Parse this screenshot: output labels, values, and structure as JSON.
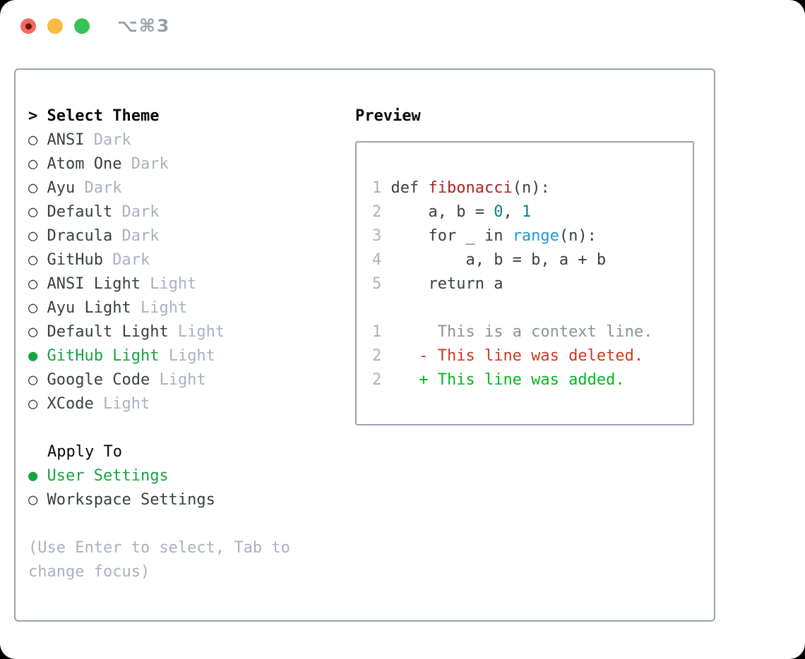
{
  "window": {
    "title": "⌥⌘3"
  },
  "titlebar": {
    "traffic_lights": [
      {
        "name": "close",
        "color": "#f26b5f"
      },
      {
        "name": "minimize",
        "color": "#f6bb40"
      },
      {
        "name": "zoom",
        "color": "#37c353"
      }
    ]
  },
  "icons": {
    "cursor": ">",
    "radio_on": "●",
    "radio_off": "○"
  },
  "theme_list": {
    "header": "Select Theme",
    "items": [
      {
        "name": "ANSI",
        "tag": "Dark",
        "selected": false
      },
      {
        "name": "Atom One",
        "tag": "Dark",
        "selected": false
      },
      {
        "name": "Ayu",
        "tag": "Dark",
        "selected": false
      },
      {
        "name": "Default",
        "tag": "Dark",
        "selected": false
      },
      {
        "name": "Dracula",
        "tag": "Dark",
        "selected": false
      },
      {
        "name": "GitHub",
        "tag": "Dark",
        "selected": false
      },
      {
        "name": "ANSI Light",
        "tag": "Light",
        "selected": false
      },
      {
        "name": "Ayu Light",
        "tag": "Light",
        "selected": false
      },
      {
        "name": "Default Light",
        "tag": "Light",
        "selected": false
      },
      {
        "name": "GitHub Light",
        "tag": "Light",
        "selected": true
      },
      {
        "name": "Google Code",
        "tag": "Light",
        "selected": false
      },
      {
        "name": "XCode",
        "tag": "Light",
        "selected": false
      }
    ]
  },
  "apply_to": {
    "header": "Apply To",
    "options": [
      {
        "label": "User Settings",
        "selected": true
      },
      {
        "label": "Workspace Settings",
        "selected": false
      }
    ]
  },
  "hint": {
    "line1": "(Use Enter to select, Tab to",
    "line2": "change focus)"
  },
  "preview": {
    "title": "Preview",
    "lines": [
      {
        "tokens": [
          [
            "1 ",
            "lineno"
          ],
          [
            "def ",
            "code"
          ],
          [
            "fibonacci",
            "function"
          ],
          [
            "(n):",
            "code"
          ]
        ]
      },
      {
        "tokens": [
          [
            "2 ",
            "lineno"
          ],
          [
            "    a, b = ",
            "code"
          ],
          [
            "0",
            "number"
          ],
          [
            ", ",
            "code"
          ],
          [
            "1",
            "number"
          ]
        ]
      },
      {
        "tokens": [
          [
            "3 ",
            "lineno"
          ],
          [
            "    for _ in ",
            "code"
          ],
          [
            "range",
            "builtin"
          ],
          [
            "(n):",
            "code"
          ]
        ]
      },
      {
        "tokens": [
          [
            "4 ",
            "lineno"
          ],
          [
            "        a, b = b, a + b",
            "code"
          ]
        ]
      },
      {
        "tokens": [
          [
            "5 ",
            "lineno"
          ],
          [
            "    return a",
            "code"
          ]
        ]
      },
      {
        "tokens": []
      },
      {
        "tokens": [
          [
            "1",
            "lineno"
          ],
          [
            "      ",
            "code"
          ],
          [
            "This is a context line.",
            "context"
          ]
        ]
      },
      {
        "tokens": [
          [
            "2",
            "lineno"
          ],
          [
            "    ",
            "code"
          ],
          [
            "- This line was deleted.",
            "deleted"
          ]
        ]
      },
      {
        "tokens": [
          [
            "2",
            "lineno"
          ],
          [
            "    ",
            "code"
          ],
          [
            "+ This line was added.",
            "added"
          ]
        ]
      }
    ]
  },
  "colors": {
    "lineno": "#a9b2bf",
    "code": "#383e45",
    "function": "#b0221f",
    "number": "#0e7d87",
    "builtin": "#1d9ad6",
    "context": "#8b929b",
    "deleted": "#c93a22",
    "added": "#00b81f",
    "selected_green": "#17a341",
    "tag_gray": "#a9b2bf",
    "item_text": "#383e45",
    "hint_gray": "#a9b2bf",
    "border_gray": "#9aa3ae",
    "header_black": "#0a0a0a",
    "title_gray": "#98a0a8"
  }
}
